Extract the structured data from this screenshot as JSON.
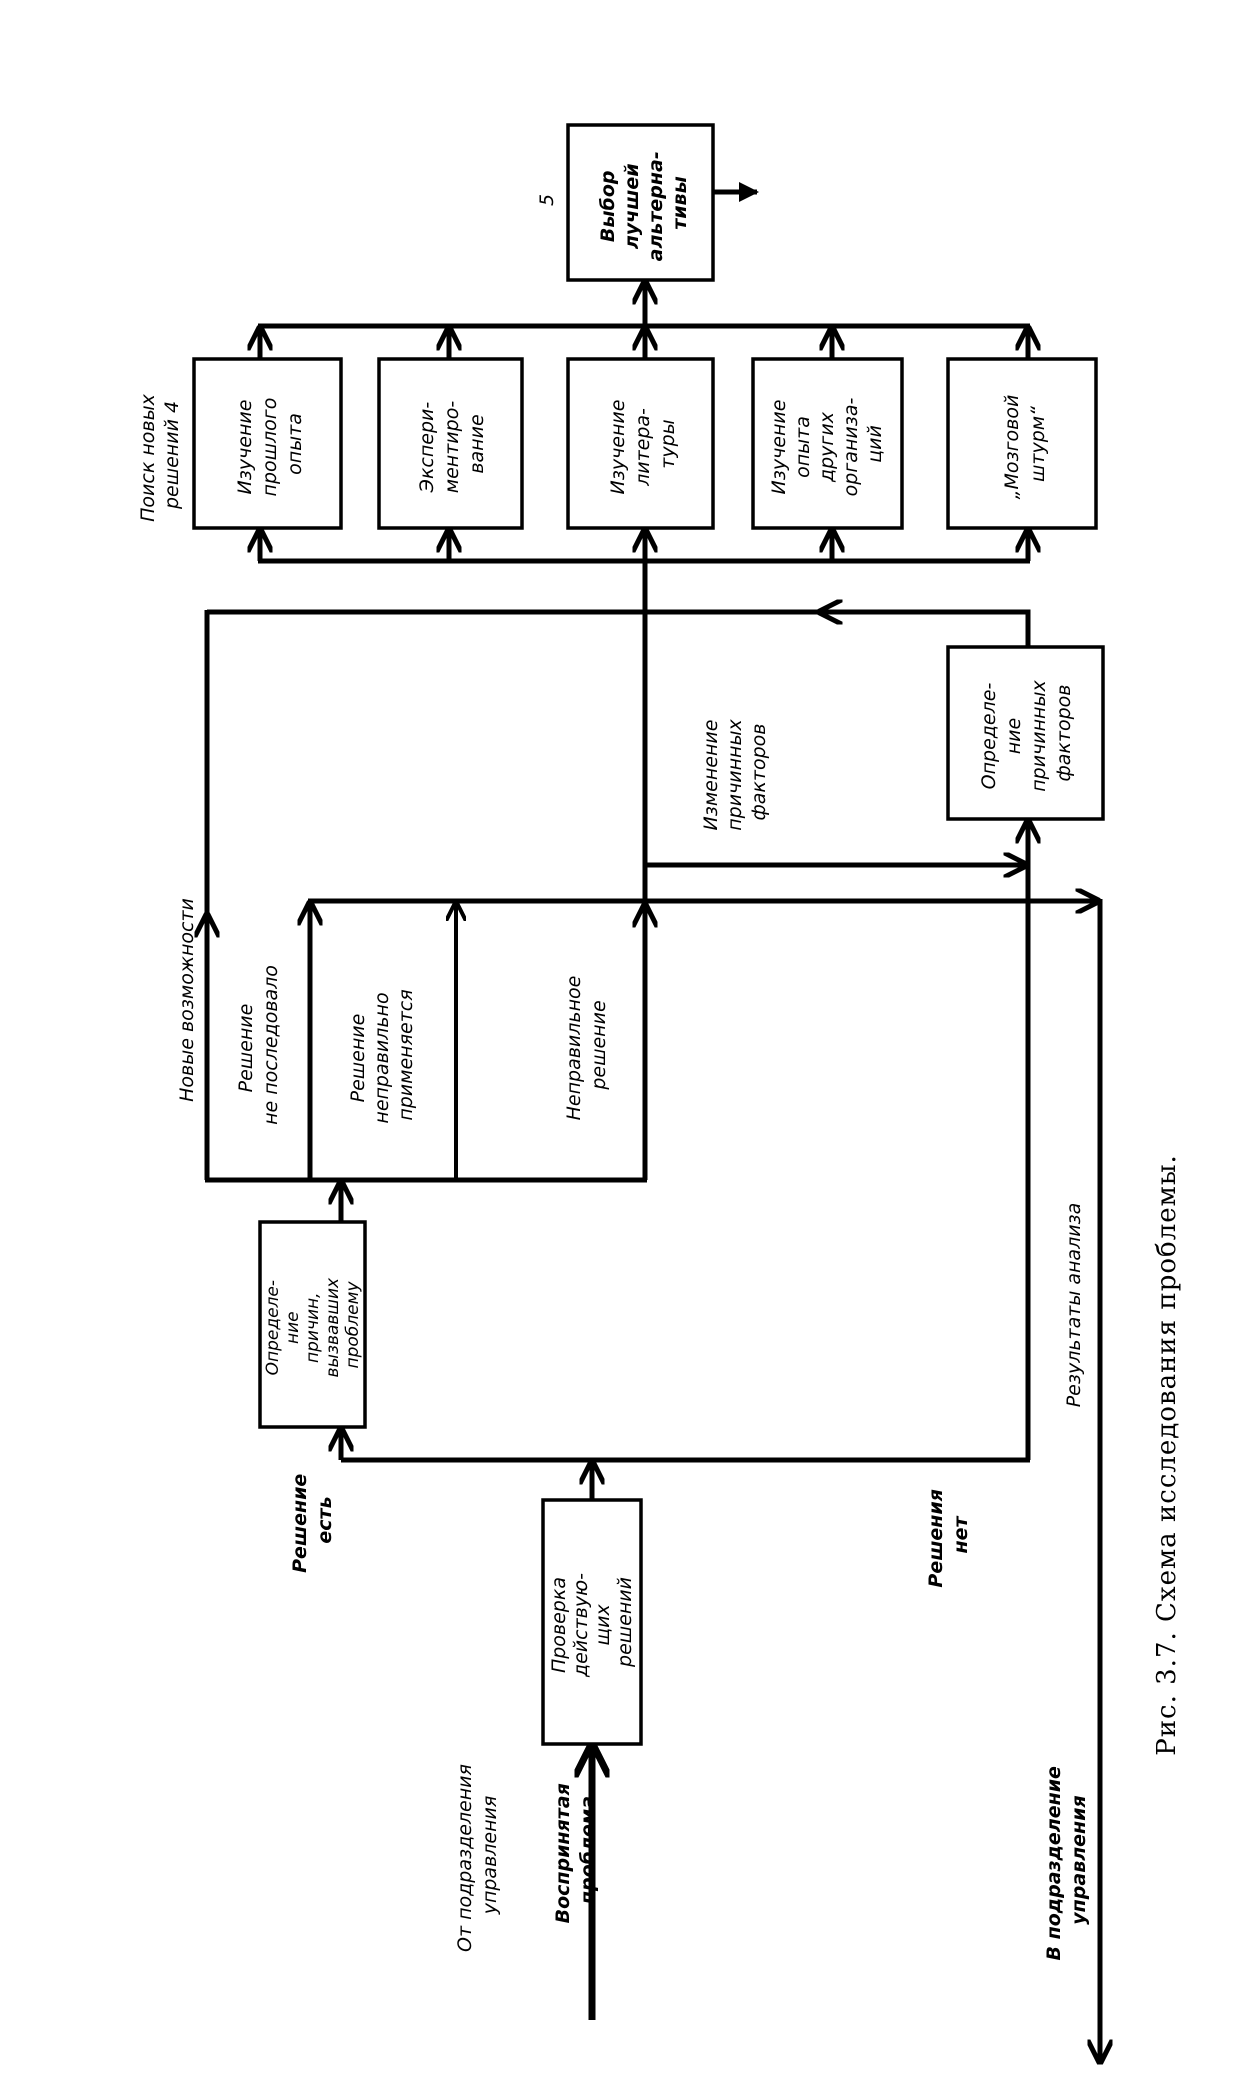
{
  "caption": "Рис. 3.7. Схема исследования проблемы.",
  "boxes": {
    "choice": {
      "number": "5",
      "lines": [
        "Выбор",
        "лучшей",
        "альтерна-",
        "тивы"
      ]
    },
    "past": {
      "lines": [
        "Изучение",
        "прошлого",
        "опыта"
      ]
    },
    "experiment": {
      "lines": [
        "Экспери-",
        "ментиро-",
        "вание"
      ]
    },
    "literature": {
      "lines": [
        "Изучение",
        "литера-",
        "туры"
      ]
    },
    "other_orgs": {
      "lines": [
        "Изучение",
        "опыта",
        "других",
        "организа-",
        "ций"
      ]
    },
    "brainstorm": {
      "lines": [
        "„Мозговой",
        "штурм“"
      ]
    },
    "factors": {
      "lines": [
        "Определе-",
        "ние",
        "причинных",
        "факторов"
      ]
    },
    "causes": {
      "lines": [
        "Определе-",
        "ние",
        "причин,",
        "вызвавших",
        "проблему"
      ]
    },
    "check": {
      "lines": [
        "Проверка",
        "действую-",
        "щих",
        "решений"
      ]
    }
  },
  "labels": {
    "search": [
      "Поиск новых",
      "решений   4"
    ],
    "new_opportunities": [
      "Новые возможности"
    ],
    "no_result": [
      "Решение",
      "не последовало"
    ],
    "misapplied": [
      "Решение",
      "неправильно",
      "применяется"
    ],
    "wrong": [
      "Неправильное",
      "решение"
    ],
    "change_factors": [
      "Изменение",
      "причинных",
      "факторов"
    ],
    "results": [
      "Результаты анализа"
    ],
    "solution_yes": [
      "Решение",
      "есть"
    ],
    "solution_no": [
      "Решения",
      "нет"
    ],
    "from_unit": [
      "От подразделения",
      "управления"
    ],
    "perceived": [
      "Воспринятая",
      "проблема"
    ],
    "to_unit": [
      "В подразделение",
      "управления"
    ]
  }
}
